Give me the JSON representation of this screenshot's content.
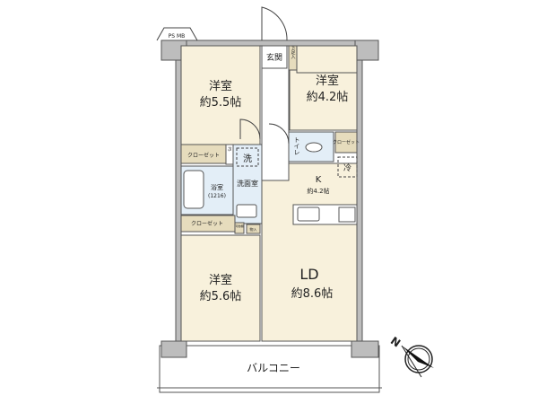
{
  "plan": {
    "ps_mb": "PS MB",
    "entrance": "玄関",
    "shoe_box": "下足入",
    "room_nw": {
      "name": "洋室",
      "size": "約5.5帖"
    },
    "room_ne": {
      "name": "洋室",
      "size": "約4.2帖"
    },
    "room_sw": {
      "name": "洋室",
      "size": "約5.6帖"
    },
    "closet_1": "クローゼット",
    "closet_2": "クローゼット",
    "closet_3": "クローゼット",
    "ps": "PS",
    "washer": "洗",
    "washroom": "洗面室",
    "bath": {
      "name": "浴室",
      "size": "(1216)"
    },
    "shelf": "可動棚",
    "storage": "物入",
    "toilet": "トイレ",
    "fridge": "冷",
    "kitchen": {
      "name": "K",
      "size": "約4.2帖"
    },
    "living": {
      "name": "LD",
      "size": "約8.6帖"
    },
    "balcony": "バルコニー",
    "compass": "N"
  }
}
